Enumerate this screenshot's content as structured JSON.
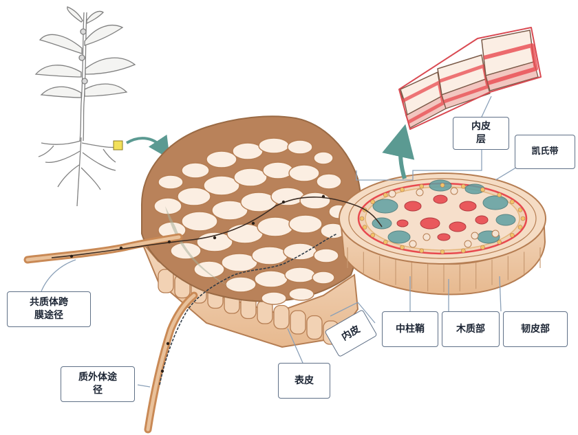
{
  "labels": {
    "endodermis_layer": "内皮\n层",
    "casparian_strip": "凯氏带",
    "symplast_pathway": "共质体跨\n膜途径",
    "apoplast_pathway": "质外体途\n径",
    "epidermis": "表皮",
    "endodermis": "内皮",
    "pericycle": "中柱鞘",
    "xylem": "木质部",
    "phloem": "韧皮部"
  },
  "colors": {
    "cell_wall": "#b57d52",
    "cell_fill": "#f7e4d0",
    "cell_inner": "#fbeee2",
    "cortex_bg": "#a9b09a",
    "casparian_band": "#e8494f",
    "xylem_cells": "#e9585c",
    "phloem_cells": "#5fa0a3",
    "arrow": "#5b9a92",
    "root_hair": "#c98955",
    "plant_sketch": "#7f7f7f",
    "box_border": "#5e6f86"
  }
}
